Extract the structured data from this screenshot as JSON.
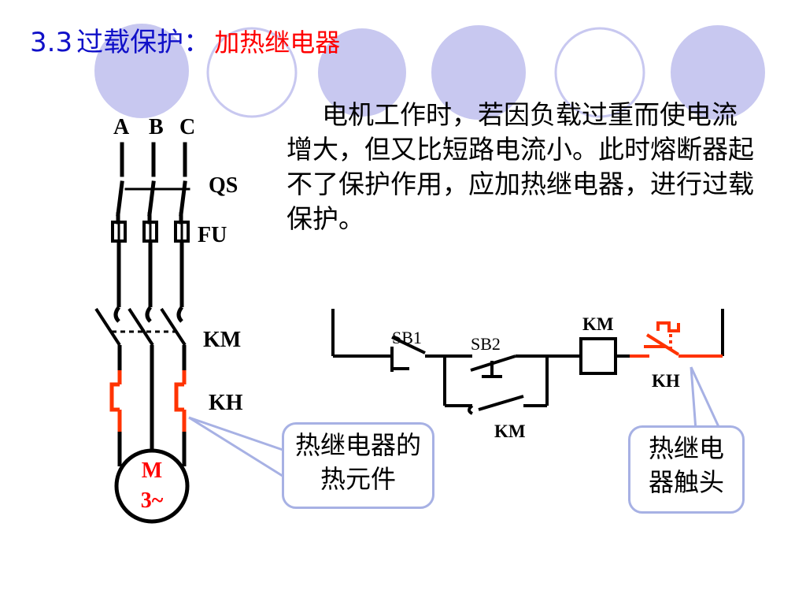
{
  "title": {
    "number": "3.3",
    "main": "过载保护：",
    "sub": "加热继电器"
  },
  "description": "电机工作时，若因负载过重而使电流增大，但又比短路电流小。此时熔断器起不了保护作用，应加热继电器，进行过载保护。",
  "main_circuit": {
    "phase_labels": [
      "A",
      "B",
      "C"
    ],
    "qs_label": "QS",
    "fu_label": "FU",
    "km_label": "KM",
    "kh_label": "KH",
    "motor_label": "M",
    "motor_sub": "3~"
  },
  "control_circuit": {
    "sb1_label": "SB1",
    "sb2_label": "SB2",
    "km_coil_label": "KM",
    "kh_contact_label": "KH",
    "km_aux_label": "KM"
  },
  "callouts": {
    "thermal_element": "热继电器的热元件",
    "thermal_contact": "热继电器触头"
  },
  "colors": {
    "title": "#1010c8",
    "highlight": "#ff0000",
    "kh": "#ff3300",
    "deco_circle": "#c8c8f0",
    "callout_border": "#a7b1e4"
  }
}
